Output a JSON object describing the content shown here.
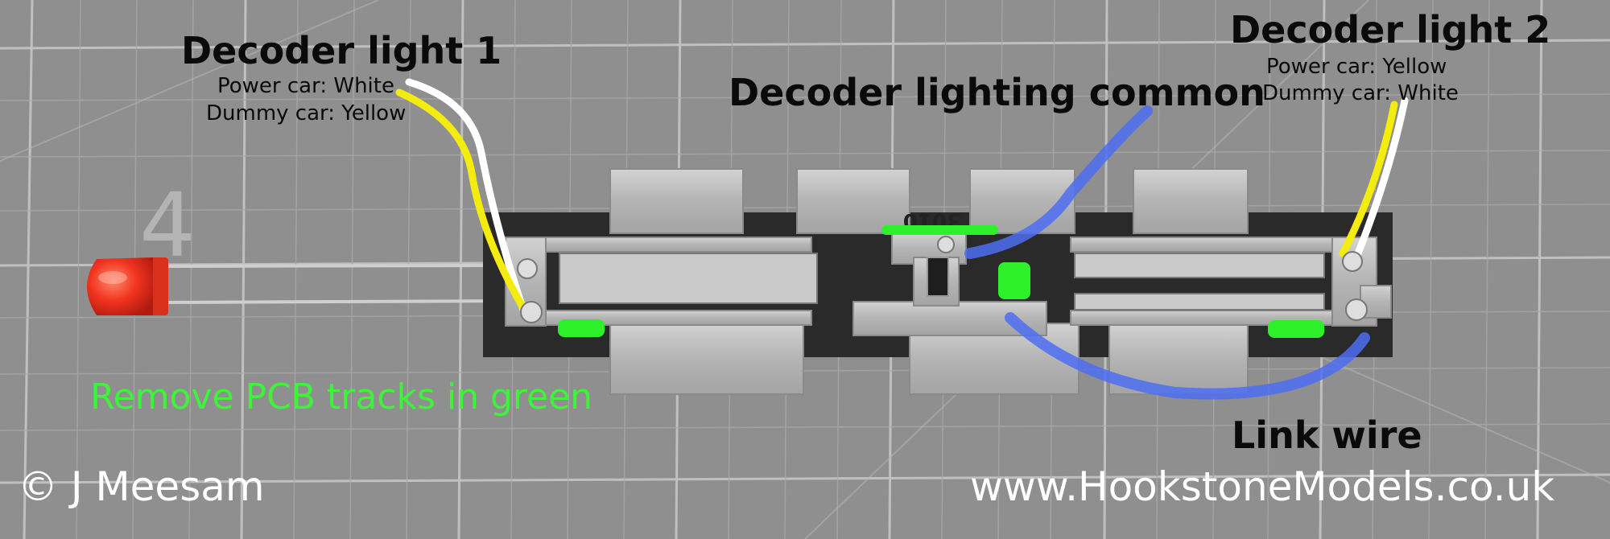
{
  "labels": {
    "light1": {
      "title": "Decoder light 1",
      "line1": "Power car: White",
      "line2": "Dummy car: Yellow"
    },
    "light2": {
      "title": "Decoder light 2",
      "line1": "Power car: Yellow",
      "line2": "Dummy car: White"
    },
    "common": "Decoder lighting common",
    "link": "Link wire",
    "remove_note": "Remove PCB tracks in green",
    "copyright": "© J Meesam",
    "website": "www.HookstoneModels.co.uk",
    "pcb_code": "3010",
    "grid_number": "4"
  },
  "colors": {
    "background": "#8e8e8e",
    "grid_line": "#c4c4c4",
    "pcb_dark": "#2b2b2b",
    "metal": "#b9b9b9",
    "led_red": "#f2341f",
    "wire_white": "#ffffff",
    "wire_yellow": "#f4ec0e",
    "marker_green": "#2ef02a",
    "marker_blue": "#4b6ff0",
    "note_green": "#3ff23a"
  }
}
